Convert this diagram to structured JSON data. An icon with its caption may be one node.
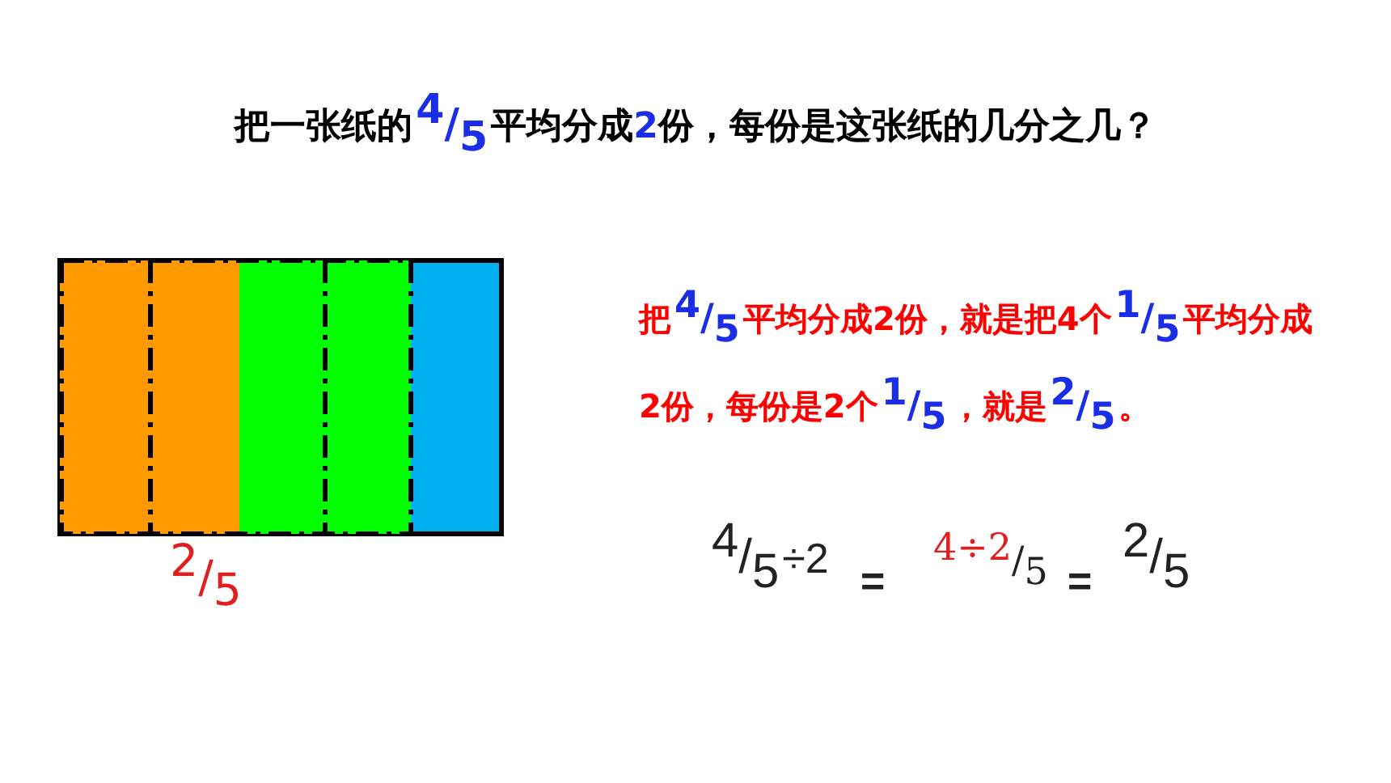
{
  "diagram": {
    "title": "把一张纸的4/5平均分成2份，每份是这张纸的几分之几？",
    "labels": [
      "2/5",
      "把4/5平均分成2份，就是把4个1/5平均分成2份，每份是2个1/5，就是2/5。",
      "4/5÷2",
      "=",
      "4÷2/5",
      "=",
      "2/5"
    ]
  }
}
